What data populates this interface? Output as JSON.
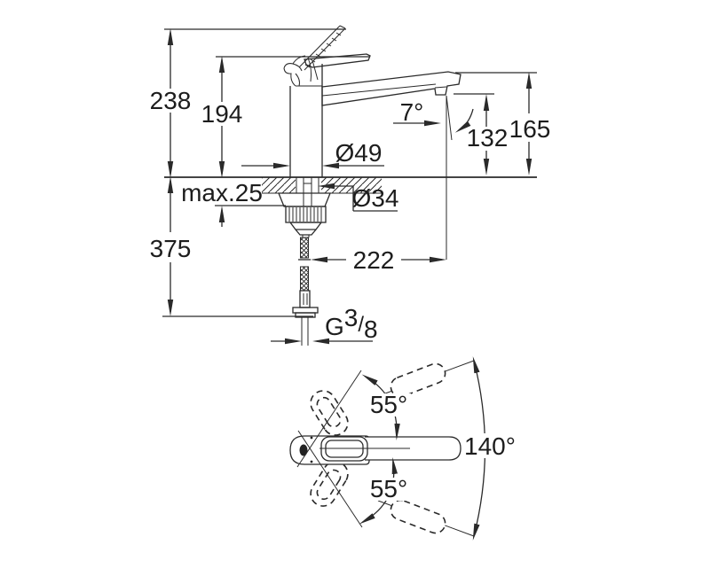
{
  "colors": {
    "line": "#2a2a2a",
    "background": "#ffffff",
    "text": "#1d1d1d"
  },
  "side_view": {
    "total_height": "238",
    "body_height": "194",
    "below_counter": "375",
    "counter_max": "max.25",
    "base_diameter": "Ø49",
    "hole_diameter": "Ø34",
    "projection": "222",
    "outlet_height": "132",
    "spout_height": "165",
    "stream_angle": "7°",
    "thread": {
      "prefix": "G",
      "numerator": "3",
      "slash": "/",
      "denominator": "8"
    }
  },
  "top_view": {
    "swing_upper": "55°",
    "swing_lower": "55°",
    "swivel_range": "140°"
  }
}
